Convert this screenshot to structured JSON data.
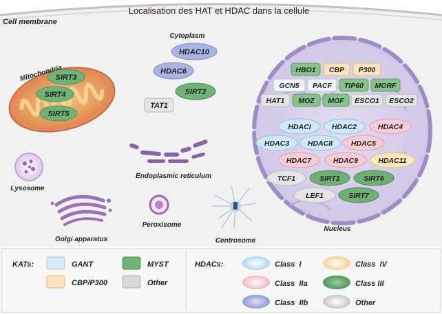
{
  "header": {
    "title": "Localisation des HAT et HDAC dans la cellule"
  },
  "cell_membrane_label": "Cell membrane",
  "cytoplasm": {
    "label": "Cytoplasm",
    "proteins": [
      "HDAC10",
      "HDAC6",
      "SIRT2",
      "TAT1"
    ]
  },
  "mitochondria": {
    "label": "Mitochondria",
    "proteins": [
      "SIRT3",
      "SIRT4",
      "SIRT5"
    ]
  },
  "organelles": {
    "lysosome": "Lysosome",
    "er": "Endoplasmic reticulum",
    "golgi": "Golgi apparatus",
    "peroxisome": "Peroxisome",
    "centrosome": "Centrosome"
  },
  "nucleus": {
    "label": "Nucleus",
    "hat_rows": [
      [
        "HBO1",
        "CBP",
        "P300"
      ],
      [
        "GCN5",
        "PACF",
        "TIP60",
        "MORF"
      ],
      [
        "HAT1",
        "MOZ",
        "MOF",
        "ESCO1",
        "ESCO2"
      ]
    ],
    "hdac_rows": [
      [
        "HDACI",
        "HDAC2",
        "HDAC4"
      ],
      [
        "HDAC3",
        "HDAC8",
        "HDAC5"
      ],
      [
        "HDAC7",
        "HDAC9",
        "HDAC11"
      ],
      [
        "TCF1",
        "SIRT1",
        "SIRT6"
      ],
      [
        "LEF1",
        "SIRT7"
      ]
    ]
  },
  "legend": {
    "kats": {
      "title": "KATs:",
      "items": [
        {
          "label": "GANT",
          "color": "#cfe6f7"
        },
        {
          "label": "MYST",
          "color": "#7fbf7f"
        },
        {
          "label": "CBP/P300",
          "color": "#fbe1b8"
        },
        {
          "label": "Other",
          "color": "#d9d9d9"
        }
      ]
    },
    "hdacs": {
      "title": "HDACs:",
      "items": [
        {
          "label": "Class  I",
          "color": "#bfe0f5"
        },
        {
          "label": "Class  IV",
          "color": "#fbe3b0"
        },
        {
          "label": "Class  IIa",
          "color": "#f7c3cc"
        },
        {
          "label": "Class III",
          "color": "#4f9f5f"
        },
        {
          "label": "Class  IIb",
          "color": "#aab4e0"
        },
        {
          "label": "Other",
          "color": "#d9d9d9"
        }
      ]
    }
  },
  "colors": {
    "myst_green": "#86c28a",
    "gant_blue": "#d6eaf8",
    "cbp_orange": "#fbe3bf",
    "other_gray": "#e4e4e4",
    "class1_blue": "#cfe8f8",
    "class2a_pink": "#f8ccd4",
    "class2b_purple": "#aab4e2",
    "class3_green": "#6fae75",
    "class4_yellow": "#fbe7bd",
    "nucleus_purple": "#9e8cc6"
  }
}
